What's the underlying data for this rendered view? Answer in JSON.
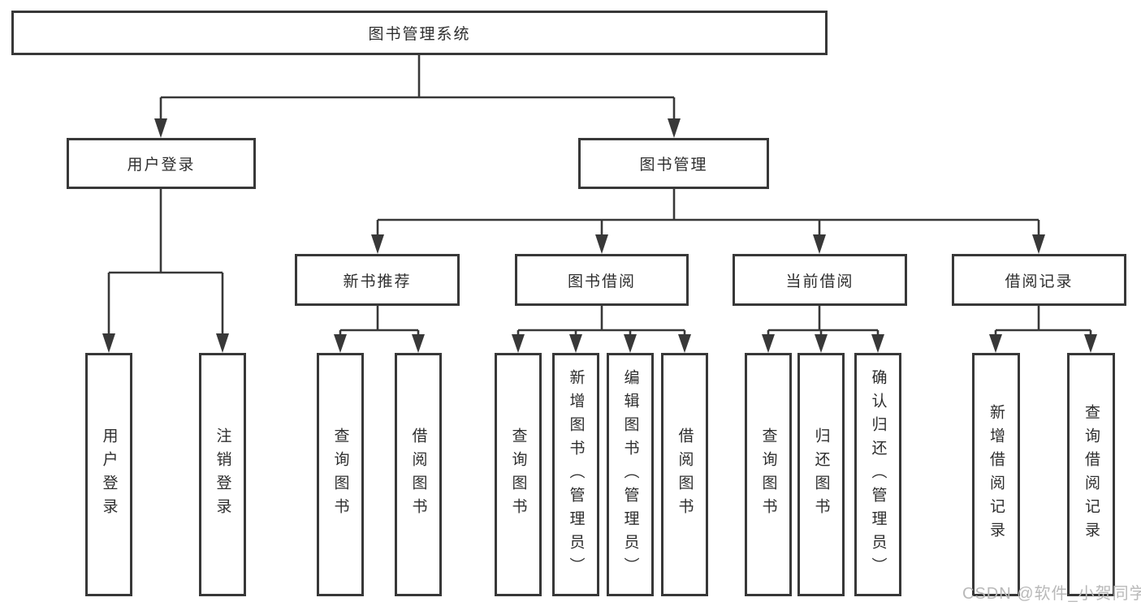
{
  "tree": {
    "label": "图书管理系统",
    "children": [
      {
        "label": "用户登录",
        "children": [
          {
            "label": "用户登录"
          },
          {
            "label": "注销登录"
          }
        ]
      },
      {
        "label": "图书管理",
        "children": [
          {
            "label": "新书推荐",
            "children": [
              {
                "label": "查询图书"
              },
              {
                "label": "借阅图书"
              }
            ]
          },
          {
            "label": "图书借阅",
            "children": [
              {
                "label": "查询图书"
              },
              {
                "label": "新增图书（管理员）"
              },
              {
                "label": "编辑图书（管理员）"
              },
              {
                "label": "借阅图书"
              }
            ]
          },
          {
            "label": "当前借阅",
            "children": [
              {
                "label": "查询图书"
              },
              {
                "label": "归还图书"
              },
              {
                "label": "确认归还（管理员）"
              }
            ]
          },
          {
            "label": "借阅记录",
            "children": [
              {
                "label": "新增借阅记录"
              },
              {
                "label": "查询借阅记录"
              }
            ]
          }
        ]
      }
    ]
  },
  "watermark": "CSDN @软件_小贺同学",
  "colors": {
    "line": "#383838",
    "text": "#2e2e2e",
    "watermark_gray": "#b9b9b9",
    "background": "#ffffff"
  }
}
